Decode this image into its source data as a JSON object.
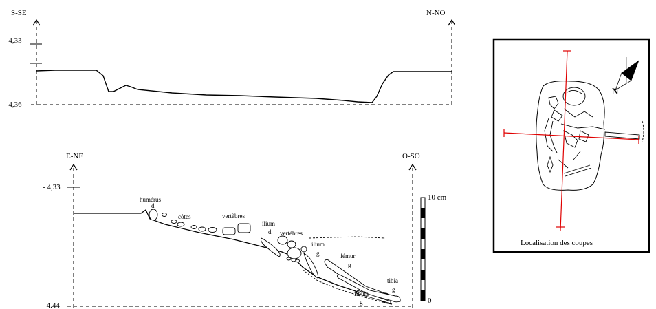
{
  "top_section": {
    "left_label": "S-SE",
    "right_label": "N-NO",
    "elev_top": "- 4,33",
    "elev_bottom": "- 4,36"
  },
  "bottom_section": {
    "left_label": "E-NE",
    "right_label": "O-SO",
    "elev_top": "- 4,33",
    "elev_bottom": "-4.44",
    "scale_top": "10 cm",
    "scale_bottom": "0",
    "bones": {
      "humerus": "humérus",
      "humerus_side": "d",
      "cotes": "côtes",
      "vertebres1": "vertèbres",
      "ilium_d": "ilium",
      "ilium_d_side": "d",
      "vertebres2": "vertèbres",
      "ilium_g": "ilium",
      "ilium_g_side": "g",
      "femur": "fémur",
      "femur_side": "g",
      "tibia": "tibia",
      "tibia_side": "g",
      "fibula": "fibula",
      "fibula_side": "g"
    }
  },
  "inset": {
    "north_label": "N",
    "caption": "Localisation des coupes",
    "line_color": "#e00000"
  }
}
